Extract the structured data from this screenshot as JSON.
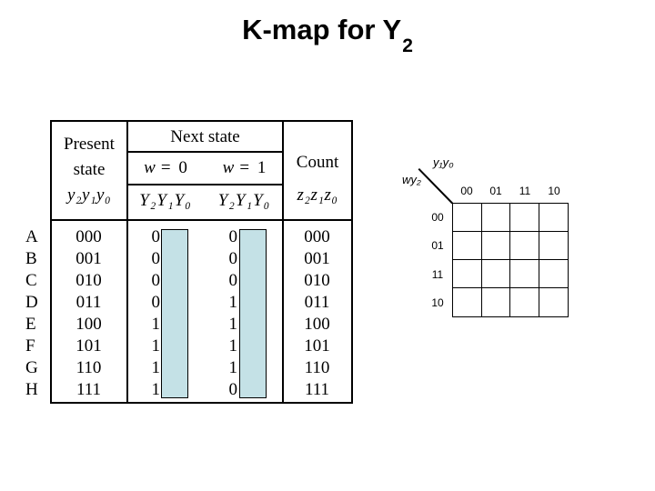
{
  "colors": {
    "background": "#ffffff",
    "text": "#000000",
    "line": "#000000",
    "highlight_fill": "#c4e1e6"
  },
  "title": {
    "main": "K-map for Y",
    "subscript": "2"
  },
  "state_table": {
    "header": {
      "present_line1": "Present",
      "present_line2": "state",
      "present_vars": "y₂y₁y₀",
      "next_state": "Next state",
      "w_var": "w",
      "w0_rest": "= 0",
      "w1_rest": "= 1",
      "next_vars_w0": "Y₂Y₁Y₀",
      "next_vars_w1": "Y₂Y₁Y₀",
      "count": "Count",
      "count_vars": "z₂z₁z₀"
    },
    "rows": [
      {
        "label": "A",
        "present": "000",
        "w0": "0",
        "w1": "0",
        "count": "000"
      },
      {
        "label": "B",
        "present": "001",
        "w0": "0",
        "w1": "0",
        "count": "001"
      },
      {
        "label": "C",
        "present": "010",
        "w0": "0",
        "w1": "0",
        "count": "010"
      },
      {
        "label": "D",
        "present": "011",
        "w0": "0",
        "w1": "1",
        "count": "011"
      },
      {
        "label": "E",
        "present": "100",
        "w0": "1",
        "w1": "1",
        "count": "100"
      },
      {
        "label": "F",
        "present": "101",
        "w0": "1",
        "w1": "1",
        "count": "101"
      },
      {
        "label": "G",
        "present": "110",
        "w0": "1",
        "w1": "1",
        "count": "110"
      },
      {
        "label": "H",
        "present": "111",
        "w0": "1",
        "w1": "0",
        "count": "111"
      }
    ]
  },
  "kmap": {
    "top_axis": "y₁y₀",
    "side_axis": "wy₂",
    "col_labels": [
      "00",
      "01",
      "11",
      "10"
    ],
    "row_labels": [
      "00",
      "01",
      "11",
      "10"
    ]
  }
}
